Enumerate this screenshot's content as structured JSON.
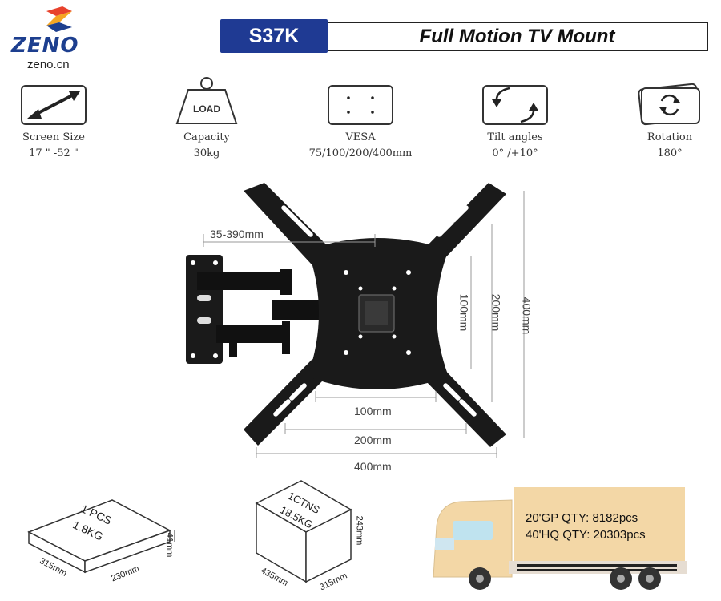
{
  "brand": {
    "name": "ZENO",
    "url": "zeno.cn"
  },
  "header": {
    "model": "S37K",
    "title": "Full Motion TV Mount"
  },
  "specs": [
    {
      "icon": "diagonal-arrow-icon",
      "label": "Screen Size",
      "value": "17 \" -52 \""
    },
    {
      "icon": "weight-icon",
      "label": "Capacity",
      "value": "30kg",
      "icon_text": "LOAD"
    },
    {
      "icon": "vesa-pattern-icon",
      "label": "VESA",
      "value": "75/100/200/400mm"
    },
    {
      "icon": "tilt-icon",
      "label": "Tilt angles",
      "value": "0° /+10°"
    },
    {
      "icon": "rotation-icon",
      "label": "Rotation",
      "value": "180°"
    }
  ],
  "dimensions": {
    "arm_extension": "35-390mm",
    "vertical_100": "100mm",
    "vertical_200": "200mm",
    "vertical_400": "400mm",
    "horizontal_100": "100mm",
    "horizontal_200": "200mm",
    "horizontal_400": "400mm"
  },
  "packaging": {
    "inner": {
      "text1": "1 PCS",
      "text2": "1.8KG",
      "length": "315mm",
      "width": "230mm",
      "height": "41mm"
    },
    "carton": {
      "text1": "1CTNS",
      "text2": "18.5KG",
      "length": "435mm",
      "width": "315mm",
      "height": "243mm"
    }
  },
  "shipping": {
    "gp20": "20'GP QTY: 8182pcs",
    "hq40": "40'HQ QTY: 20303pcs"
  },
  "colors": {
    "brand_blue": "#1f3a93",
    "truck_cargo": "#f3d7a6",
    "mount_black": "#1a1a1a"
  }
}
